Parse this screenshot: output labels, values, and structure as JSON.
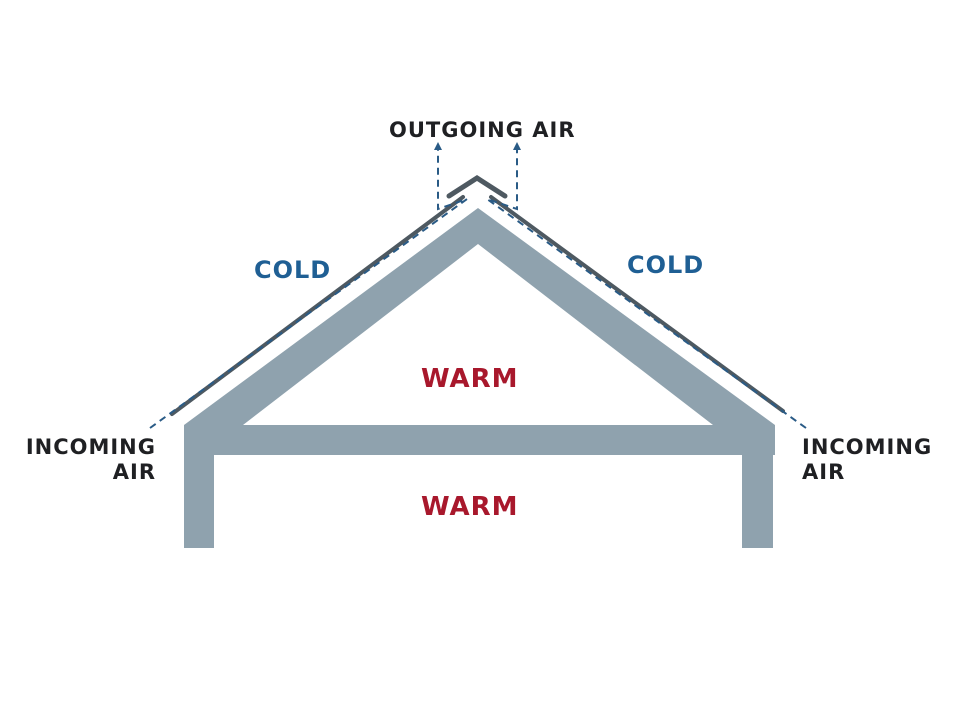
{
  "labels": {
    "outgoing_air": "OUTGOING AIR",
    "cold_left": "COLD",
    "cold_right": "COLD",
    "warm_attic": "WARM",
    "warm_room": "WARM",
    "incoming_left_line1": "INCOMING",
    "incoming_left_line2": "AIR",
    "incoming_right_line1": "INCOMING",
    "incoming_right_line2": "AIR"
  },
  "colors": {
    "structure": "#8fa2ae",
    "roof_line": "#4e5961",
    "airflow": "#2a5b86",
    "cold_text": "#1f5f94",
    "warm_text": "#a8182c",
    "label_text": "#1f2023",
    "background": "#ffffff"
  }
}
